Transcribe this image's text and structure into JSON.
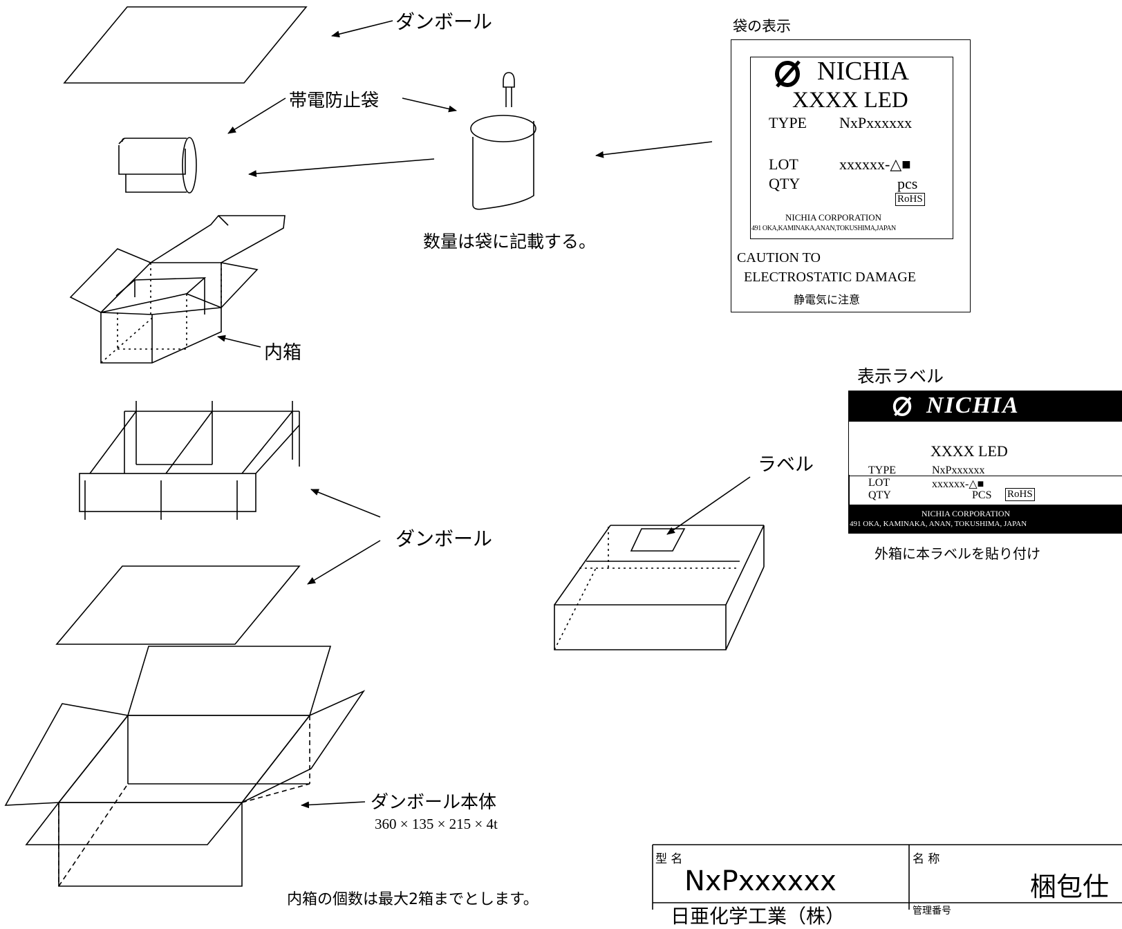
{
  "labels": {
    "cardboard_top": "ダンボール",
    "antistatic_bag": "帯電防止袋",
    "inner_box": "内箱",
    "cardboard_middle": "ダンボール",
    "label_arrow": "ラベル",
    "cardboard_body": "ダンボール本体",
    "body_dimensions": "360 × 135 × 215 × 4t",
    "inner_box_note": "内箱の個数は最大2箱までとします。",
    "qty_note": "数量は袋に記載する。"
  },
  "bag_label": {
    "heading": "袋の表示",
    "brand": "NICHIA",
    "product": "XXXX LED",
    "type_key": "TYPE",
    "type_val": "NxPxxxxxx",
    "lot_key": "LOT",
    "lot_val": "xxxxxx-△■",
    "qty_key": "QTY",
    "qty_unit": "pcs",
    "rohs": "RoHS",
    "corp": "NICHIA CORPORATION",
    "address": "491 OKA,KAMINAKA,ANAN,TOKUSHIMA,JAPAN",
    "caution1": "CAUTION TO",
    "caution2": "ELECTROSTATIC DAMAGE",
    "caution3": "静電気に注意"
  },
  "display_label": {
    "heading": "表示ラベル",
    "brand": "NICHIA",
    "product": "XXXX LED",
    "type_key": "TYPE",
    "type_val": "NxPxxxxxx",
    "lot_key": "LOT",
    "lot_val": "xxxxxx-△■",
    "qty_key": "QTY",
    "qty_unit": "PCS",
    "rohs": "RoHS",
    "corp": "NICHIA CORPORATION",
    "address": "491 OKA, KAMINAKA, ANAN, TOKUSHIMA, JAPAN",
    "note": "外箱に本ラベルを貼り付け"
  },
  "title_block": {
    "model_key": "型 名",
    "model_val": "NxPxxxxxx",
    "name_key": "名 称",
    "name_val": "梱包仕",
    "company": "日亜化学工業（株）",
    "mgmt_key": "管理番号"
  }
}
